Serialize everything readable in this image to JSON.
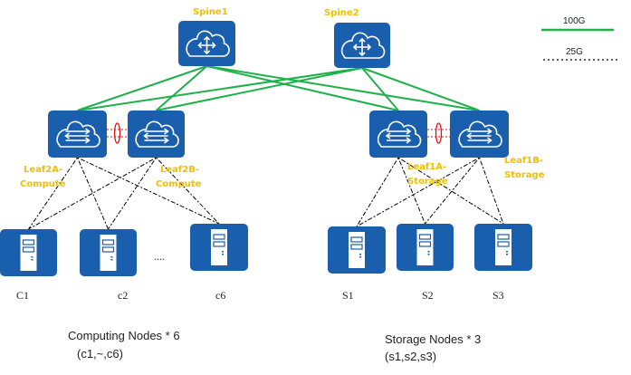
{
  "legend": {
    "items": [
      {
        "label": "100G",
        "style": "solid",
        "color": "#1fb04a"
      },
      {
        "label": "25G",
        "style": "dotted",
        "color": "#000000"
      }
    ]
  },
  "colors": {
    "device_fill": "#1a5fae",
    "device_icon": "#ffffff",
    "label_yellow": "#f0c000",
    "link_100g": "#1fb04a",
    "link_25g": "#000000",
    "mlag": "#e01010"
  },
  "spines": [
    {
      "id": "spine1",
      "label": "Spine1",
      "icon": "router-icon"
    },
    {
      "id": "spine2",
      "label": "Spine2",
      "icon": "router-icon"
    }
  ],
  "leaves": [
    {
      "id": "leaf2a",
      "label_line1": "Leaf2A-",
      "label_line2": "Compute",
      "icon": "switch-icon"
    },
    {
      "id": "leaf2b",
      "label_line1": "Leaf2B-",
      "label_line2": "Compute",
      "icon": "switch-icon"
    },
    {
      "id": "leaf1a",
      "label_line1": "Leaf1A-",
      "label_line2": "Storage",
      "icon": "switch-icon"
    },
    {
      "id": "leaf1b",
      "label_line1": "Leaf1B-",
      "label_line2": "Storage",
      "icon": "switch-icon"
    }
  ],
  "servers": [
    {
      "id": "c1",
      "label": "C1",
      "group": "compute"
    },
    {
      "id": "c2",
      "label": "c2",
      "group": "compute"
    },
    {
      "id": "c6",
      "label": "c6",
      "group": "compute"
    },
    {
      "id": "s1",
      "label": "S1",
      "group": "storage"
    },
    {
      "id": "s2",
      "label": "S2",
      "group": "storage"
    },
    {
      "id": "s3",
      "label": "S3",
      "group": "storage"
    }
  ],
  "ellipsis": "....",
  "links": {
    "spine_leaf_100g": [
      [
        "spine1",
        "leaf2a"
      ],
      [
        "spine1",
        "leaf2b"
      ],
      [
        "spine1",
        "leaf1a"
      ],
      [
        "spine1",
        "leaf1b"
      ],
      [
        "spine2",
        "leaf2a"
      ],
      [
        "spine2",
        "leaf2b"
      ],
      [
        "spine2",
        "leaf1a"
      ],
      [
        "spine2",
        "leaf1b"
      ]
    ],
    "leaf_server_25g": [
      [
        "leaf2a",
        "c1"
      ],
      [
        "leaf2a",
        "c2"
      ],
      [
        "leaf2a",
        "c6"
      ],
      [
        "leaf2b",
        "c1"
      ],
      [
        "leaf2b",
        "c2"
      ],
      [
        "leaf2b",
        "c6"
      ],
      [
        "leaf1a",
        "s1"
      ],
      [
        "leaf1a",
        "s2"
      ],
      [
        "leaf1a",
        "s3"
      ],
      [
        "leaf1b",
        "s1"
      ],
      [
        "leaf1b",
        "s2"
      ],
      [
        "leaf1b",
        "s3"
      ]
    ],
    "mlag_pairs": [
      [
        "leaf2a",
        "leaf2b"
      ],
      [
        "leaf1a",
        "leaf1b"
      ]
    ]
  },
  "captions": {
    "compute_title": "Computing Nodes * 6",
    "compute_list": "(c1,~,c6)",
    "storage_title": "Storage Nodes  * 3",
    "storage_list": "(s1,s2,s3)"
  }
}
